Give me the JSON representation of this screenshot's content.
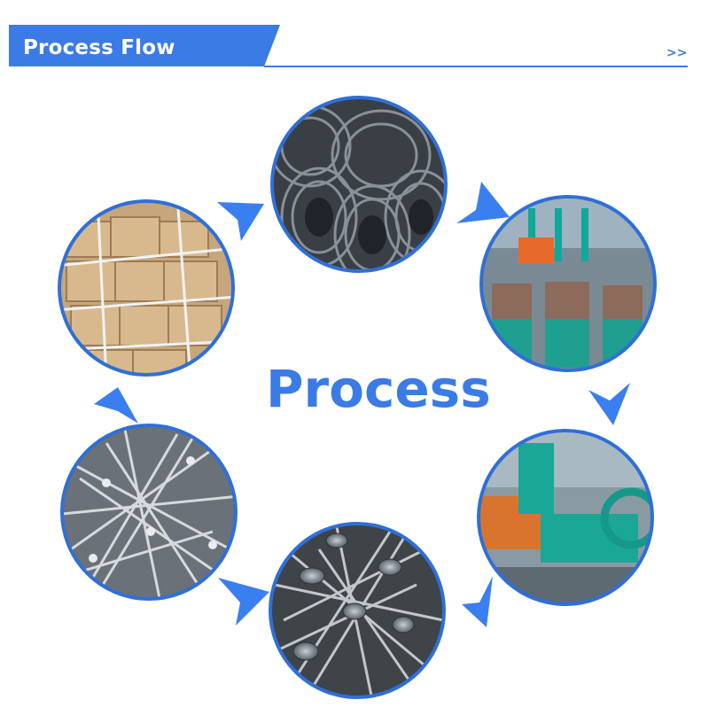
{
  "header": {
    "title": "Process Flow",
    "more": ">>"
  },
  "center": {
    "label": "Process"
  },
  "colors": {
    "accent": "#3b7be6",
    "background": "#ffffff"
  },
  "steps": [
    {
      "id": "wire-rod",
      "icon": "wire-coil-photo"
    },
    {
      "id": "wire-drawing",
      "icon": "wire-drawing-machine-photo"
    },
    {
      "id": "nail-making",
      "icon": "nail-making-machine-photo"
    },
    {
      "id": "umbrella-nails",
      "icon": "umbrella-nails-photo"
    },
    {
      "id": "galvanized-nails",
      "icon": "galvanized-nails-photo"
    },
    {
      "id": "packaging",
      "icon": "cartons-pallet-photo"
    }
  ]
}
